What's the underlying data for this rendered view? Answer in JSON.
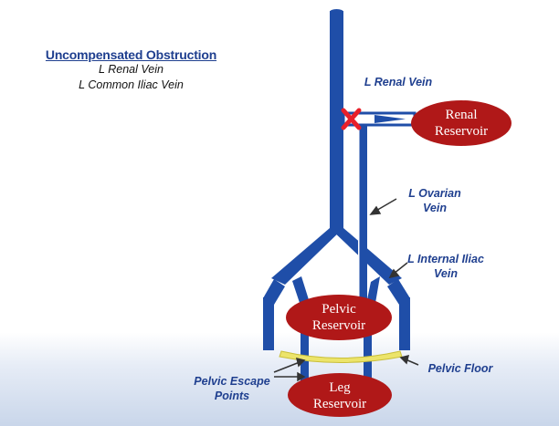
{
  "title": "Uncompensated Obstruction",
  "subtitle_lines": [
    "L Renal Vein",
    "L Common Iliac Vein"
  ],
  "labels": {
    "renal_vein": "L Renal Vein",
    "ovarian_vein_1": "L Ovarian",
    "ovarian_vein_2": "Vein",
    "internal_iliac_1": "L Internal Iliac",
    "internal_iliac_2": "Vein",
    "pelvic_floor": "Pelvic Floor",
    "escape_points_1": "Pelvic Escape",
    "escape_points_2": "Points"
  },
  "reservoirs": {
    "renal": [
      "Renal",
      "Reservoir"
    ],
    "pelvic": [
      "Pelvic",
      "Reservoir"
    ],
    "leg": [
      "Leg",
      "Reservoir"
    ]
  },
  "colors": {
    "vein": "#1f4ea8",
    "reservoir": "#b01818",
    "obstruction_mark": "#e8202a",
    "pelvic_floor": "#ece46a",
    "label_text": "#1f3f8f"
  },
  "icons": [
    "obstruction-x-icon",
    "arrow-icon"
  ]
}
